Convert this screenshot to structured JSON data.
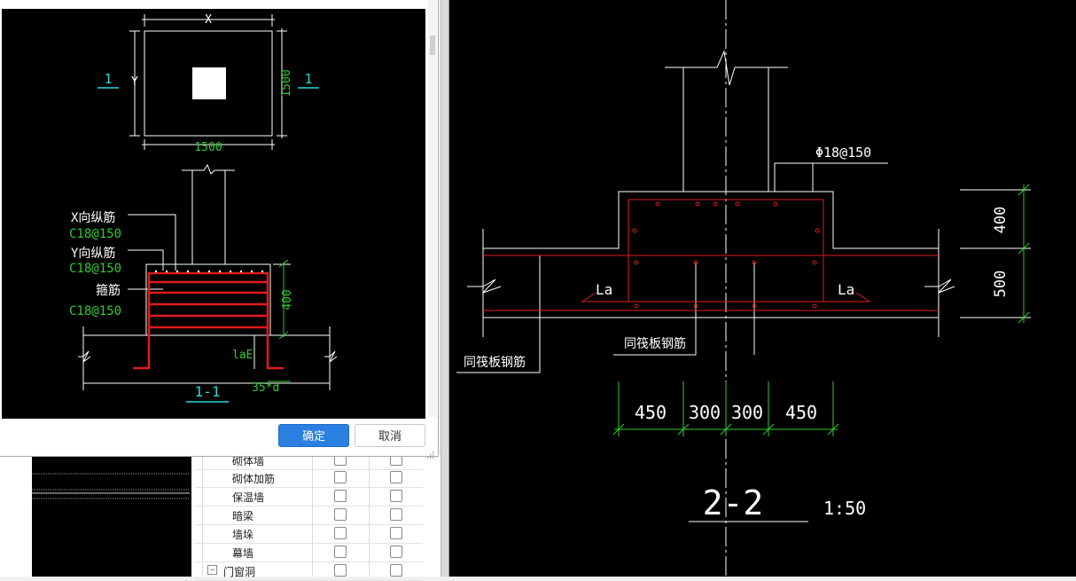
{
  "dialog": {
    "confirm_label": "确定",
    "cancel_label": "取消",
    "plan": {
      "x_label": "X",
      "y_label": "Y",
      "width_dim": "1500",
      "height_dim": "1500",
      "section_mark_left": "1",
      "section_mark_right": "1"
    },
    "section": {
      "x_bar_label": "X向纵筋",
      "x_bar_spec": "C18@150",
      "y_bar_label": "Y向纵筋",
      "y_bar_spec": "C18@150",
      "stirrup_label": "箍筋",
      "stirrup_spec": "C18@150",
      "depth_dim": "400",
      "anchor_label": "laE",
      "anchor_len": "35*d",
      "title": "1-1"
    }
  },
  "tree": {
    "rows": [
      {
        "label": "砌体墙",
        "col1": false,
        "col2": false
      },
      {
        "label": "砌体加筋",
        "col1": false,
        "col2": false
      },
      {
        "label": "保温墙",
        "col1": false,
        "col2": false
      },
      {
        "label": "暗梁",
        "col1": false,
        "col2": false
      },
      {
        "label": "墙垛",
        "col1": false,
        "col2": false
      },
      {
        "label": "幕墙",
        "col1": false,
        "col2": false
      },
      {
        "label": "门窗洞",
        "col1": false,
        "col2": false,
        "group": true
      }
    ]
  },
  "drawing": {
    "rebar_label": "Φ18@150",
    "dim_top": "400",
    "dim_bottom": "500",
    "anchor_left": "La",
    "anchor_right": "La",
    "raft_rebar_label": "同筏板钢筋",
    "raft_rebar_label_left": "同筏板钢筋",
    "dims_bottom": [
      "450",
      "300",
      "300",
      "450"
    ],
    "section_title": "2-2",
    "scale": "1:50"
  }
}
